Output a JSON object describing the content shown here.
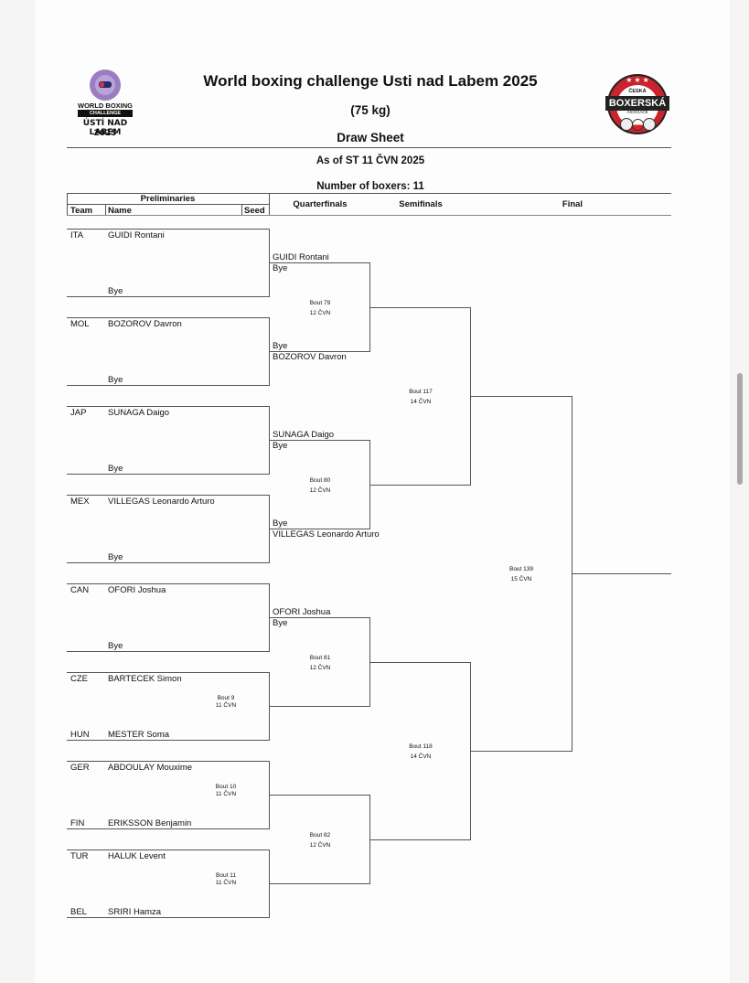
{
  "header": {
    "title": "World boxing challenge Usti nad Labem 2025",
    "weight_class": "(75 kg)",
    "doc_type": "Draw Sheet",
    "as_of": "As of ST 11 ČVN 2025",
    "boxer_count": "Number of boxers: 11"
  },
  "logos": {
    "left": {
      "line1": "WORLD BOXING",
      "line2": "CHALLENGE",
      "line3": "ÚSTÍ NAD LABEM",
      "line4": "2025"
    },
    "right": {
      "top": "ČESKÁ",
      "main": "BOXERSKÁ",
      "bottom": "ASOCIACE"
    }
  },
  "columns": {
    "preliminaries": "Preliminaries",
    "team": "Team",
    "name": "Name",
    "seed": "Seed",
    "quarterfinals": "Quarterfinals",
    "semifinals": "Semifinals",
    "final": "Final"
  },
  "preliminaries": [
    {
      "team": "ITA",
      "name": "GUIDI Rontani",
      "opponent_team": "",
      "opponent": "Bye",
      "bout": "",
      "date": ""
    },
    {
      "team": "MOL",
      "name": "BOZOROV Davron",
      "opponent_team": "",
      "opponent": "Bye",
      "bout": "",
      "date": ""
    },
    {
      "team": "JAP",
      "name": "SUNAGA Daigo",
      "opponent_team": "",
      "opponent": "Bye",
      "bout": "",
      "date": ""
    },
    {
      "team": "MEX",
      "name": "VILLEGAS Leonardo Arturo",
      "opponent_team": "",
      "opponent": "Bye",
      "bout": "",
      "date": ""
    },
    {
      "team": "CAN",
      "name": "OFORI Joshua",
      "opponent_team": "",
      "opponent": "Bye",
      "bout": "",
      "date": ""
    },
    {
      "team": "CZE",
      "name": "BARTECEK Simon",
      "opponent_team": "HUN",
      "opponent": "MESTER Soma",
      "bout": "Bout 9",
      "date": "11 ČVN"
    },
    {
      "team": "GER",
      "name": "ABDOULAY Mouxime",
      "opponent_team": "FIN",
      "opponent": "ERIKSSON Benjamin",
      "bout": "Bout 10",
      "date": "11 ČVN"
    },
    {
      "team": "TUR",
      "name": "HALUK Levent",
      "opponent_team": "BEL",
      "opponent": "SRIRI Hamza",
      "bout": "Bout 11",
      "date": "11 ČVN"
    }
  ],
  "quarterfinals": [
    {
      "top_name": "GUIDI Rontani",
      "top_sub": "Bye",
      "bottom_sub": "Bye",
      "bottom_name": "BOZOROV Davron",
      "bout": "Bout 79",
      "date": "12 ČVN"
    },
    {
      "top_name": "SUNAGA Daigo",
      "top_sub": "Bye",
      "bottom_sub": "Bye",
      "bottom_name": "VILLEGAS Leonardo Arturo",
      "bout": "Bout 80",
      "date": "12 ČVN"
    },
    {
      "top_name": "OFORI Joshua",
      "top_sub": "Bye",
      "bottom_sub": "",
      "bottom_name": "",
      "bout": "Bout 81",
      "date": "12 ČVN"
    },
    {
      "top_name": "",
      "top_sub": "",
      "bottom_sub": "",
      "bottom_name": "",
      "bout": "Bout 82",
      "date": "12 ČVN"
    }
  ],
  "semifinals": [
    {
      "bout": "Bout 117",
      "date": "14 ČVN"
    },
    {
      "bout": "Bout 118",
      "date": "14 ČVN"
    }
  ],
  "final": {
    "bout": "Bout 139",
    "date": "15 ČVN"
  }
}
